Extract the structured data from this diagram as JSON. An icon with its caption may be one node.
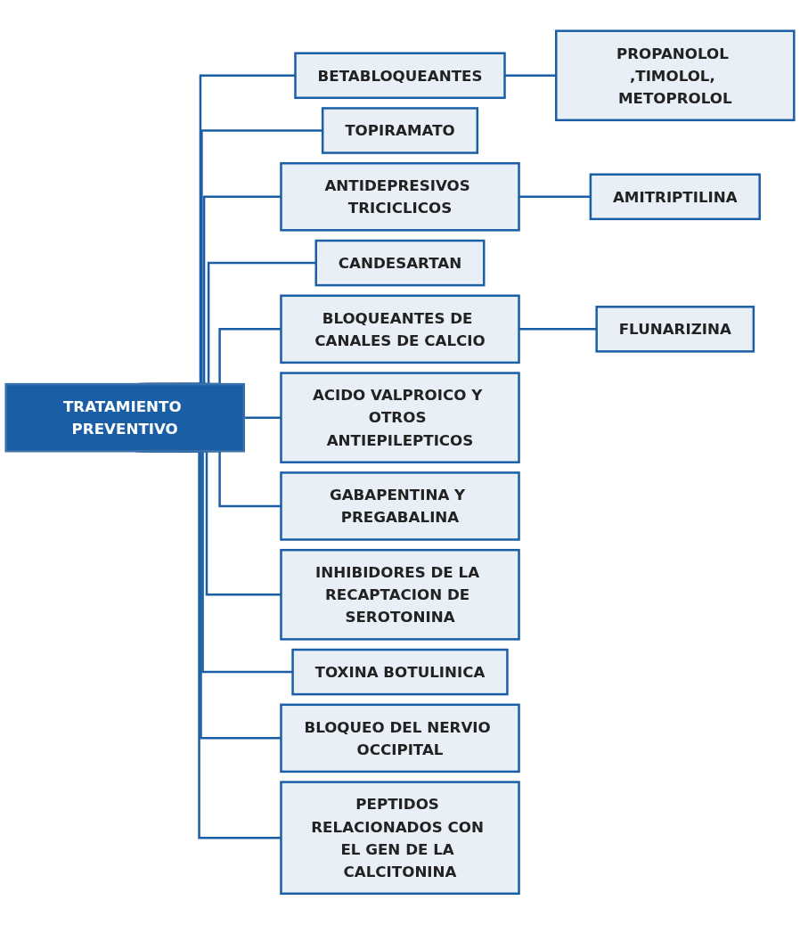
{
  "diagram": {
    "nodes": [
      {
        "text": [
          "TRATAMIENTO PREVENTIVO"
        ]
      },
      {
        "text": [
          "BETABLOQUEANTES"
        ]
      },
      {
        "text": [
          "PROPANOLOL ,TIMOLOL, METOPROLOL"
        ]
      },
      {
        "text": [
          "TOPIRAMATO"
        ]
      },
      {
        "text": [
          "ANTIDEPRESIVOS TRICICLICOS"
        ]
      },
      {
        "text": [
          "AMITRIPTILINA"
        ]
      },
      {
        "text": [
          "CANDESARTAN"
        ]
      },
      {
        "text": [
          "BLOQUEANTES DE CANALES DE CALCIO"
        ]
      },
      {
        "text": [
          "FLUNARIZINA"
        ]
      },
      {
        "text": [
          "ACIDO VALPROICO Y OTROS ANTIEPILEPTICOS"
        ]
      },
      {
        "text": [
          "GABAPENTINA Y PREGABALINA"
        ]
      },
      {
        "text": [
          "INHIBIDORES DE LA RECAPTACION DE SEROTONINA"
        ]
      },
      {
        "text": [
          "TOXINA BOTULINICA"
        ]
      },
      {
        "text": [
          "BLOQUEO DEL NERVIO OCCIPITAL"
        ]
      },
      {
        "text": [
          "PEPTIDOS RELACIONADOS CON EL GEN DE LA CALCITONINA"
        ]
      }
    ],
    "edges": [
      {
        "from": 0,
        "to": 1,
        "arrow": "none"
      },
      {
        "from": 1,
        "to": 2,
        "arrow": "none"
      },
      {
        "from": 0,
        "to": 3,
        "arrow": "none"
      },
      {
        "from": 0,
        "to": 4,
        "arrow": "none"
      },
      {
        "from": 4,
        "to": 5,
        "arrow": "none"
      },
      {
        "from": 0,
        "to": 6,
        "arrow": "none"
      },
      {
        "from": 0,
        "to": 7,
        "arrow": "none"
      },
      {
        "from": 7,
        "to": 8,
        "arrow": "none"
      },
      {
        "from": 0,
        "to": 9,
        "arrow": "none"
      },
      {
        "from": 0,
        "to": 10,
        "arrow": "none"
      },
      {
        "from": 0,
        "to": 11,
        "arrow": "none"
      },
      {
        "from": 0,
        "to": 12,
        "arrow": "none"
      },
      {
        "from": 0,
        "to": 13,
        "arrow": "none"
      },
      {
        "from": 0,
        "to": 14,
        "arrow": "none"
      }
    ]
  }
}
